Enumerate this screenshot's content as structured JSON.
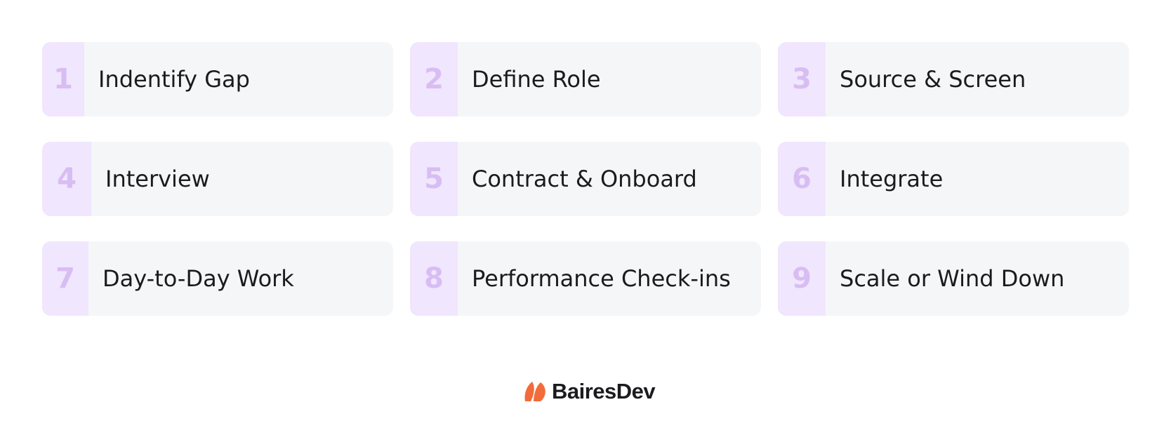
{
  "steps": [
    {
      "number": "1",
      "label": "Indentify Gap"
    },
    {
      "number": "2",
      "label": "Define Role"
    },
    {
      "number": "3",
      "label": "Source & Screen"
    },
    {
      "number": "4",
      "label": "Interview"
    },
    {
      "number": "5",
      "label": "Contract & Onboard"
    },
    {
      "number": "6",
      "label": "Integrate"
    },
    {
      "number": "7",
      "label": "Day-to-Day Work"
    },
    {
      "number": "8",
      "label": "Performance Check-ins"
    },
    {
      "number": "9",
      "label": "Scale or Wind Down"
    }
  ],
  "brand": {
    "name": "BairesDev",
    "logo_icon": "bairesdev-logo-icon",
    "accent_color": "#f26b3a"
  },
  "colors": {
    "number_bg": "#f0e6fd",
    "number_text": "#d8bdf3",
    "card_bg": "#f5f6f8"
  }
}
